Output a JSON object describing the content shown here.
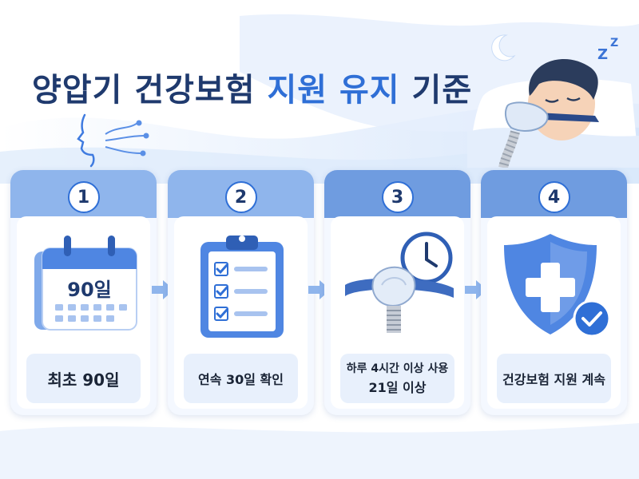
{
  "title": {
    "part1": "양압기 건강보험",
    "part2": "지원 유지",
    "part3": "기준"
  },
  "icons": {
    "breath": "breathing-icon",
    "sleeper": "sleeping-person-cpap-illustration",
    "moon": "moon-icon",
    "zzz": "zzz-icon"
  },
  "zzz": "Z Z",
  "steps": [
    {
      "number": "1",
      "icon": "calendar-icon",
      "icon_text": "90일",
      "label": "최초 90일"
    },
    {
      "number": "2",
      "icon": "clipboard-checklist-icon",
      "label": "연속 30일 확인"
    },
    {
      "number": "3",
      "icon": "cpap-mask-clock-icon",
      "label_line1": "하루 4시간 이상 사용",
      "label_line2": "21일 이상"
    },
    {
      "number": "4",
      "icon": "shield-medical-icon",
      "label": "건강보험 지원 계속"
    }
  ],
  "colors": {
    "primary": "#2f6fd6",
    "dark": "#1f3a6e",
    "card_head": "#8fb5ec",
    "card_bg": "#f4f8ff"
  }
}
